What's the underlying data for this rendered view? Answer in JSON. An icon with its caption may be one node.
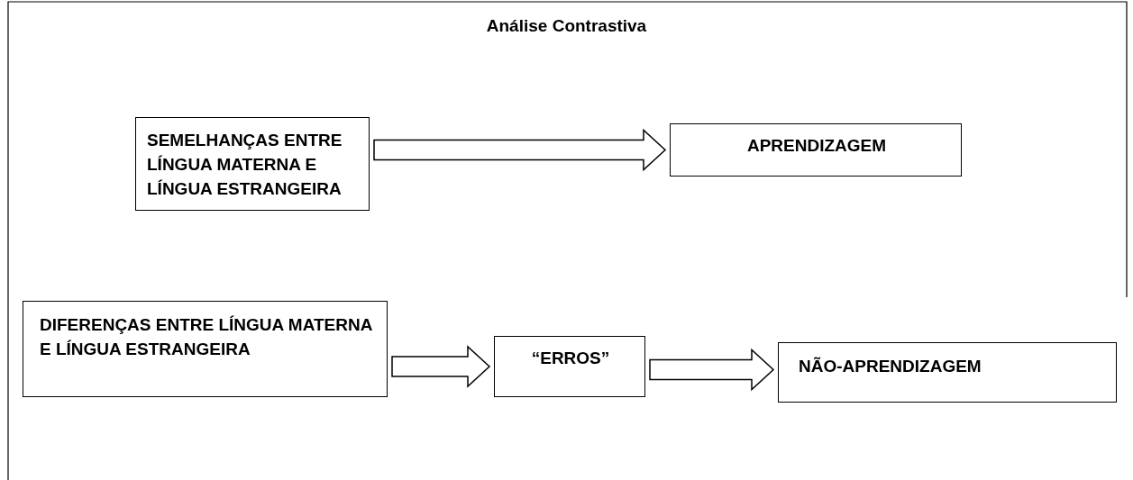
{
  "diagram": {
    "title": "Análise Contrastiva",
    "nodes": [
      {
        "text": [
          "SEMELHANÇAS ENTRE LÍNGUA MATERNA E LÍNGUA ESTRANGEIRA"
        ]
      },
      {
        "text": [
          "APRENDIZAGEM"
        ]
      },
      {
        "text": [
          "DIFERENÇAS ENTRE LÍNGUA MATERNA E LÍNGUA ESTRANGEIRA"
        ]
      },
      {
        "text": [
          "“ERROS”"
        ]
      },
      {
        "text": [
          "NÃO-APRENDIZAGEM"
        ]
      }
    ],
    "edges": [
      {
        "from": 0,
        "to": 1,
        "arrow": "to"
      },
      {
        "from": 2,
        "to": 3,
        "arrow": "to"
      },
      {
        "from": 3,
        "to": 4,
        "arrow": "to"
      }
    ]
  }
}
